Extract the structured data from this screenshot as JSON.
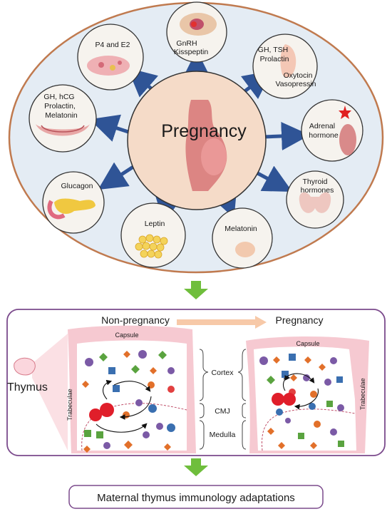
{
  "top": {
    "center_label": "Pregnancy",
    "hormones": {
      "p4_e2": "P4 and  E2",
      "gnrh": "GnRH",
      "kisspeptin": "Kisspeptin",
      "gh_tsh": "GH, TSH",
      "prolactin_pit": "Prolactin",
      "oxytocin": "Oxytocin",
      "vasopressin": "Vasopressin",
      "adrenal_1": "Adrenal",
      "adrenal_2": "hormone",
      "thyroid_1": "Thyroid",
      "thyroid_2": "hormones",
      "melatonin": "Melatonin",
      "leptin": "Leptin",
      "glucagon": "Glucagon",
      "placenta_1": "GH, hCG",
      "placenta_2": "Prolactin,",
      "placenta_3": "Melatonin"
    }
  },
  "bottom": {
    "non_pregnancy": "Non-pregnancy",
    "pregnancy": "Pregnancy",
    "thymus": "Thymus",
    "capsule_left": "Capsule",
    "capsule_right": "Capsule",
    "trabeculae_left": "Trabeculae",
    "trabeculae_right": "Trabeculae",
    "cortex": "Cortex",
    "cmj": "CMJ",
    "medulla": "Medulla"
  },
  "footer": {
    "caption": "Maternal thymus immunology adaptations"
  },
  "colors": {
    "ellipse_fill": "#e4ecf4",
    "ellipse_stroke": "#c07a4f",
    "arrow_blue": "#2f5496",
    "arrow_green": "#6fbe3c",
    "panel_stroke": "#7b4a8c",
    "tissue_pink": "#f6c9d1"
  }
}
